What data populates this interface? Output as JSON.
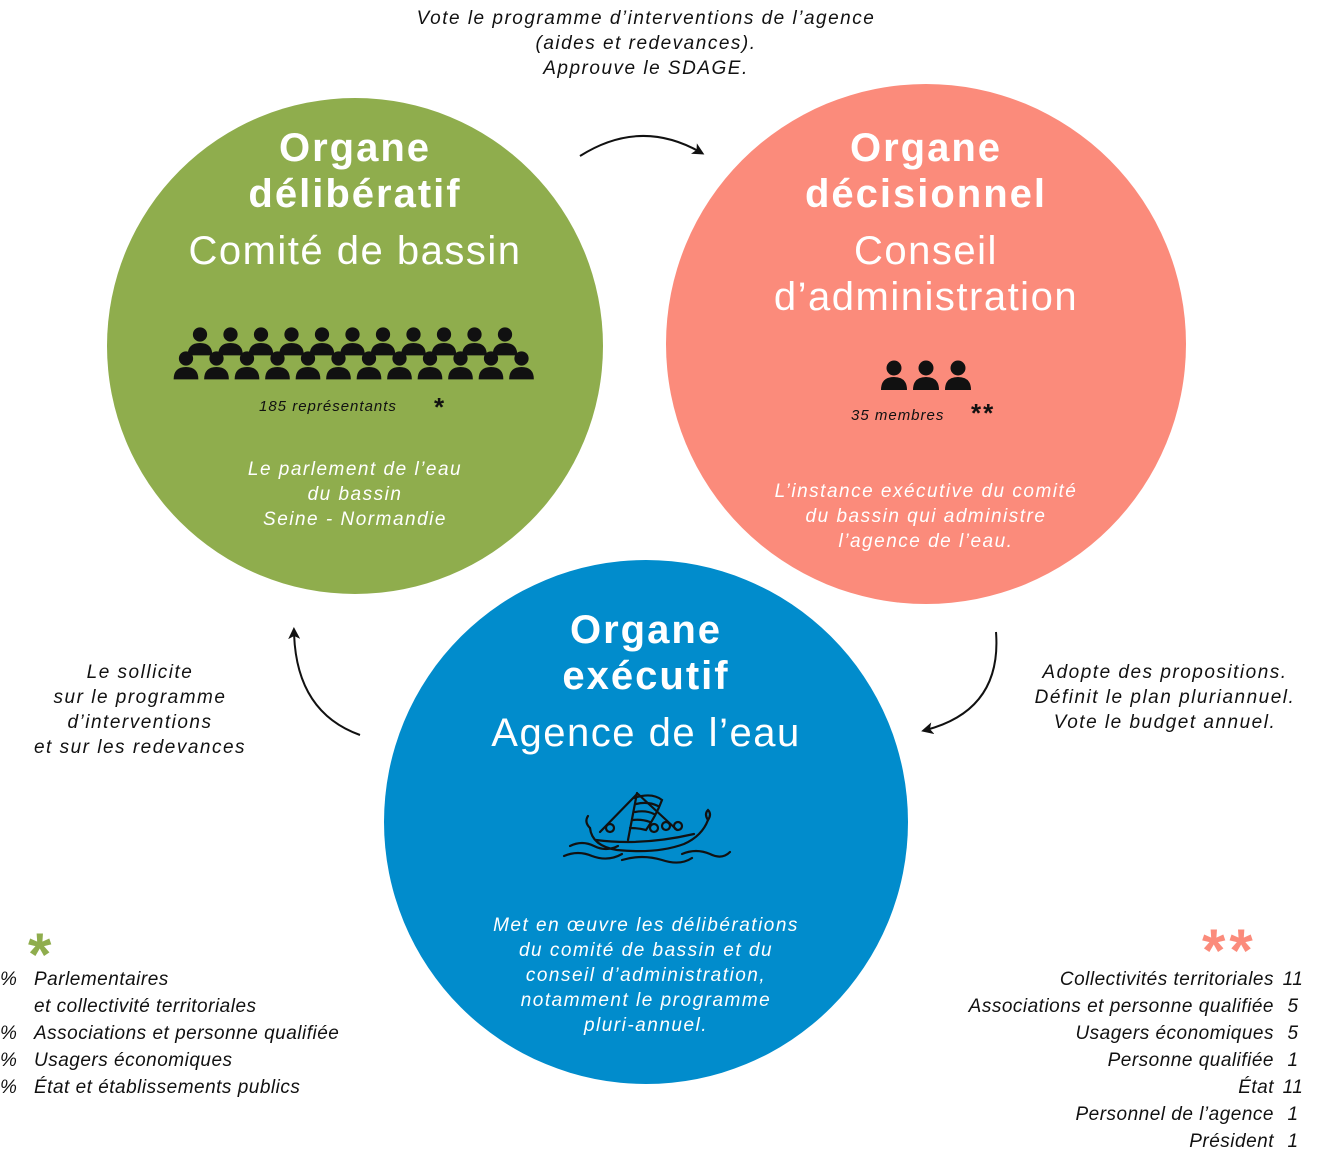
{
  "top_text": {
    "line1": "Vote le programme d’interventions de l’agence",
    "line2": "(aides et redevances).",
    "line3": "Approuve le SDAGE."
  },
  "right_text": {
    "line1": "Adopte des propositions.",
    "line2": "Définit le plan pluriannuel.",
    "line3": "Vote le budget annuel."
  },
  "left_text": {
    "line1": "Le sollicite",
    "line2": "sur le programme",
    "line3": "d’interventions",
    "line4": "et sur les redevances"
  },
  "deliberatif": {
    "title1": "Organe",
    "title2": "délibératif",
    "subtitle": "Comité de bassin",
    "count": "185 représentants",
    "star": "*",
    "desc1": "Le parlement de l’eau",
    "desc2": "du bassin",
    "desc3": "Seine - Normandie",
    "color": "#8fad4d"
  },
  "decisionnel": {
    "title1": "Organe",
    "title2": "décisionnel",
    "subtitle1": "Conseil",
    "subtitle2": "d’administration",
    "count": "35 membres",
    "star": "**",
    "desc1": "L’instance exécutive du comité",
    "desc2": "du bassin qui administre",
    "desc3": "l’agence de l’eau.",
    "color": "#fb8b7b"
  },
  "executif": {
    "title1": "Organe",
    "title2": "exécutif",
    "subtitle": "Agence de l’eau",
    "desc1": "Met en œuvre les délibérations",
    "desc2": "du comité de bassin et du",
    "desc3": "conseil d’administration,",
    "desc4": "notamment le programme",
    "desc5": "pluri-annuel.",
    "color": "#018ccc",
    "icon": "boat-icon"
  },
  "legend_left": {
    "star": "*",
    "star_color": "#8fad4d",
    "items": [
      {
        "pct": "%",
        "label": "Parlementaires"
      },
      {
        "pct": "",
        "label": "et collectivité territoriales"
      },
      {
        "pct": "%",
        "label": "Associations et personne qualifiée"
      },
      {
        "pct": "%",
        "label": "Usagers économiques"
      },
      {
        "pct": "%",
        "label": "État et établissements publics"
      }
    ]
  },
  "legend_right": {
    "star": "**",
    "star_color": "#fb8b7b",
    "items": [
      {
        "label": "Collectivités territoriales",
        "value": "11"
      },
      {
        "label": "Associations et personne qualifiée",
        "value": "5"
      },
      {
        "label": "Usagers économiques",
        "value": "5"
      },
      {
        "label": "Personne qualifiée",
        "value": "1"
      },
      {
        "label": "État",
        "value": "11"
      },
      {
        "label": "Personnel de l’agence",
        "value": "1"
      },
      {
        "label": "Président",
        "value": "1"
      }
    ]
  },
  "icons": {
    "people_large": "people-group-icon",
    "people_small": "people-trio-icon",
    "arrows": "curved-arrow-icon"
  }
}
